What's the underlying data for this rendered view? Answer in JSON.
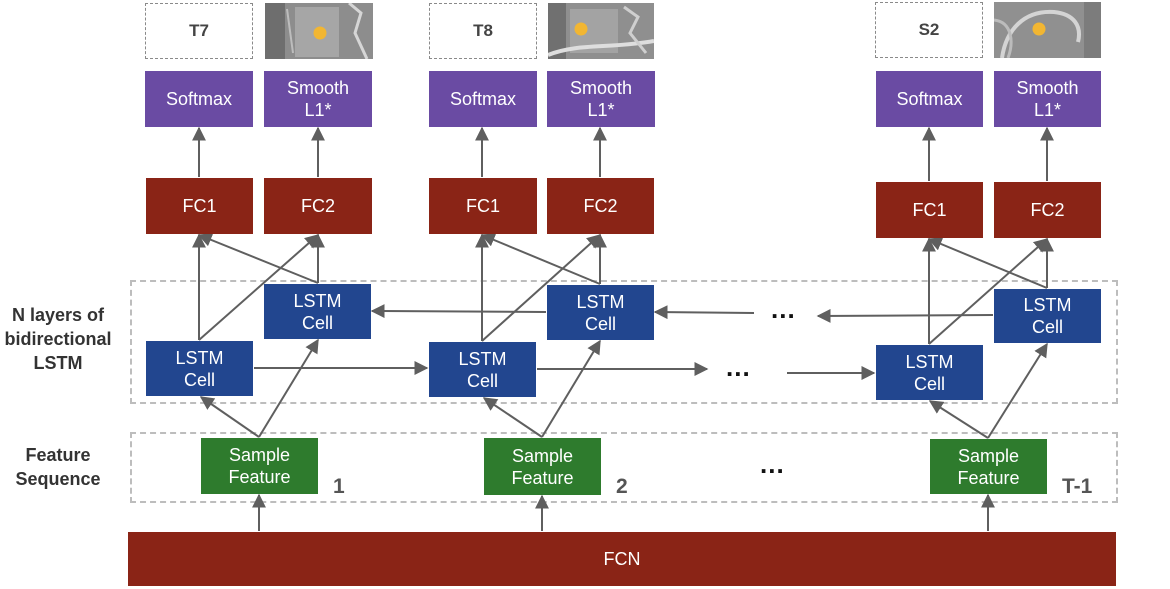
{
  "side_labels": {
    "lstm": "N layers of\nbidirectional\nLSTM",
    "feature": "Feature\nSequence"
  },
  "fcn_label": "FCN",
  "columns": [
    {
      "vertebra": "T7",
      "softmax": "Softmax",
      "smooth": "Smooth\nL1*",
      "fc1": "FC1",
      "fc2": "FC2",
      "lstm_forward": "LSTM\nCell",
      "lstm_backward": "LSTM\nCell",
      "feature": "Sample\nFeature",
      "index": "1"
    },
    {
      "vertebra": "T8",
      "softmax": "Softmax",
      "smooth": "Smooth\nL1*",
      "fc1": "FC1",
      "fc2": "FC2",
      "lstm_forward": "LSTM\nCell",
      "lstm_backward": "LSTM\nCell",
      "feature": "Sample\nFeature",
      "index": "2"
    },
    {
      "vertebra": "S2",
      "softmax": "Softmax",
      "smooth": "Smooth\nL1*",
      "fc1": "FC1",
      "fc2": "FC2",
      "lstm_forward": "LSTM\nCell",
      "lstm_backward": "LSTM\nCell",
      "feature": "Sample\nFeature",
      "index": "T-1"
    }
  ],
  "ellipsis": "...",
  "colors": {
    "fc": "#8a2416",
    "output": "#6a4ba3",
    "lstm": "#22468f",
    "feature": "#2e7b2d",
    "arrow": "#5f5f5f",
    "dot": "#f2b632"
  }
}
